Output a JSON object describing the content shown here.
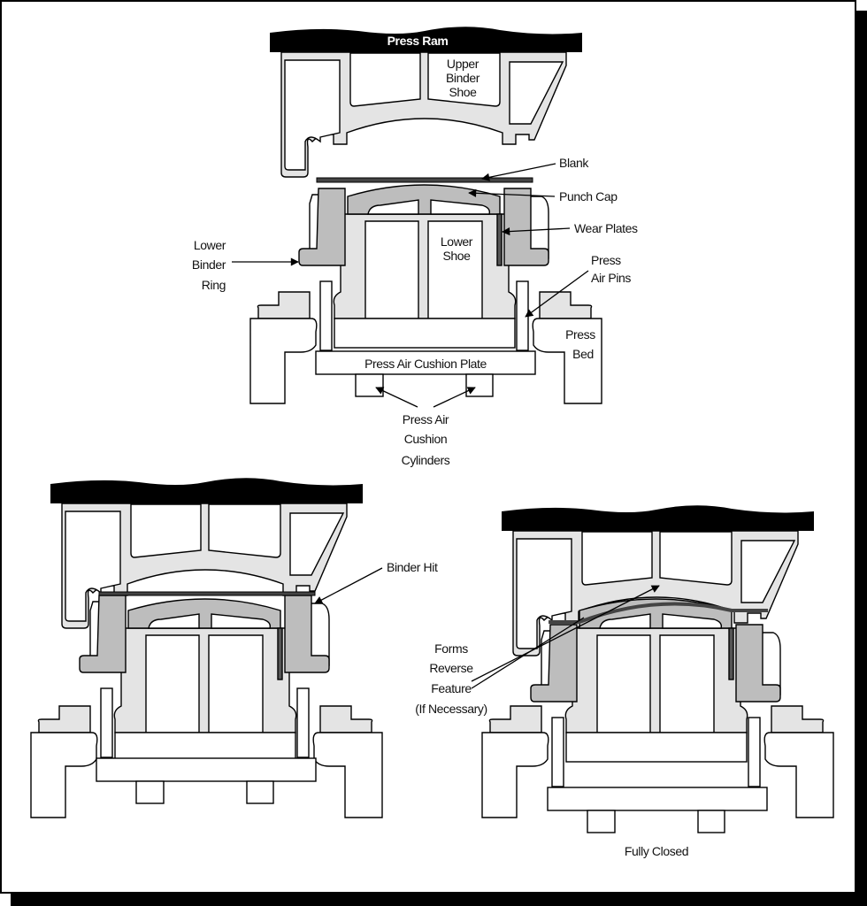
{
  "labels": {
    "press_ram": "Press Ram",
    "upper_binder_shoe": [
      "Upper",
      "Binder",
      "Shoe"
    ],
    "blank": "Blank",
    "punch_cap": "Punch Cap",
    "wear_plates": "Wear Plates",
    "lower_shoe": [
      "Lower",
      "Shoe"
    ],
    "lower_binder_ring": [
      "Lower",
      "Binder",
      "Ring"
    ],
    "press_air_pins": [
      "Press",
      "Air Pins"
    ],
    "press_bed": [
      "Press",
      "Bed"
    ],
    "press_air_cushion_plate": "Press Air Cushion Plate",
    "press_air_cushion_cylinders": [
      "Press Air",
      "Cushion",
      "Cylinders"
    ],
    "binder_hit": "Binder Hit",
    "forms_reverse_feature": [
      "Forms",
      "Reverse",
      "Feature",
      "(If Necessary)"
    ],
    "fully_closed": "Fully Closed"
  },
  "colors": {
    "ram": "#000000",
    "light_part": "#e4e4e4",
    "dark_part": "#bdbdbd",
    "blank": "#444444"
  }
}
